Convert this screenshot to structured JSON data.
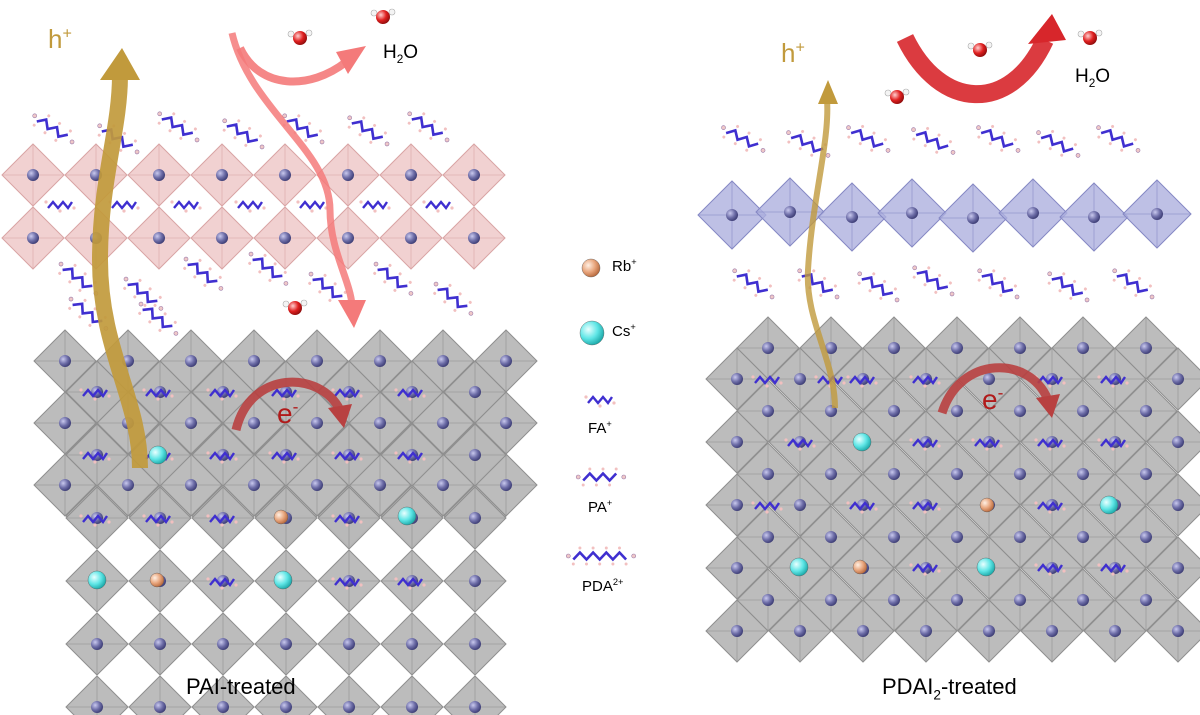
{
  "left_panel": {
    "caption": {
      "main": "PAI-treated",
      "sub": "",
      "tail": ""
    },
    "water": {
      "main": "H",
      "sub": "2",
      "tail": "O"
    },
    "hole": {
      "main": "h",
      "sup": "+"
    },
    "electron": {
      "main": "e",
      "sup": "-"
    }
  },
  "right_panel": {
    "caption": {
      "main": "PDAI",
      "sub": "2",
      "tail": "-treated"
    },
    "water": {
      "main": "H",
      "sub": "2",
      "tail": "O"
    },
    "hole": {
      "main": "h",
      "sup": "+"
    },
    "electron": {
      "main": "e",
      "sup": "-"
    }
  },
  "legend": [
    {
      "main": "Rb",
      "sup": "+",
      "kind": "atom",
      "color": "#e8a57c"
    },
    {
      "main": "Cs",
      "sup": "+",
      "kind": "atom",
      "color": "#5fe6e6"
    },
    {
      "main": "FA",
      "sup": "+",
      "kind": "molecule",
      "color": "#3f2fd0"
    },
    {
      "main": "PA",
      "sup": "+",
      "kind": "molecule",
      "color": "#3f2fd0"
    },
    {
      "main": "PDA",
      "sup": "2+",
      "kind": "molecule",
      "color": "#3f2fd0"
    }
  ],
  "colors": {
    "octahedra_gray": "#b8b8b8",
    "octahedra_pink": "#eec9c9",
    "octahedra_lavender": "#aeb0df",
    "lead_atom": "#6e6ea8",
    "hole_arrow": "#c19a3c",
    "water_arrow_light": "#f47a7a",
    "water_arrow_dark": "#d7262b",
    "electron_arrow": "#b84040",
    "oxygen": "#e02020"
  }
}
